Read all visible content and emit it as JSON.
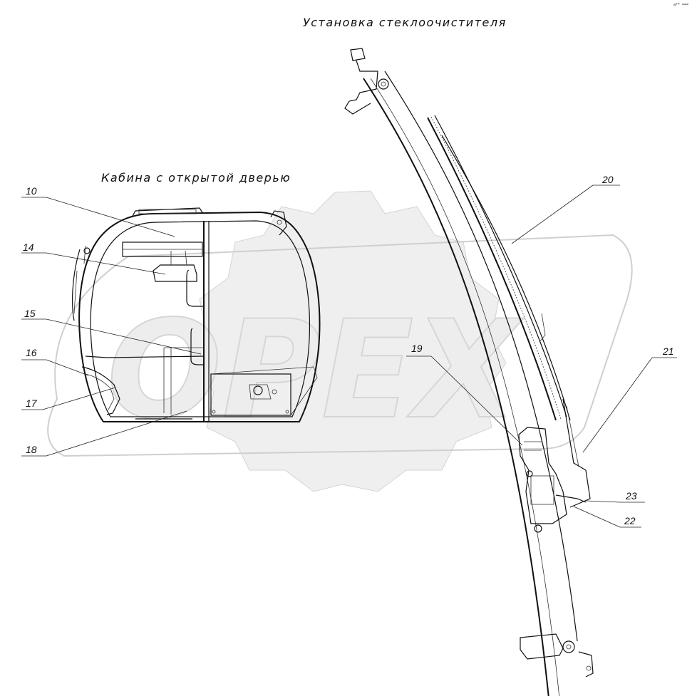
{
  "titles": {
    "wiper_assembly": "Установка стеклоочистителя",
    "cabin_open_door": "Кабина с открытой дверью"
  },
  "watermark": {
    "text": "OPEX",
    "color": "#e6e6e6"
  },
  "corner_mark": "a** ===",
  "callouts": [
    {
      "id": "c10",
      "label": "10"
    },
    {
      "id": "c14",
      "label": "14"
    },
    {
      "id": "c15",
      "label": "15"
    },
    {
      "id": "c16",
      "label": "16"
    },
    {
      "id": "c17",
      "label": "17"
    },
    {
      "id": "c18",
      "label": "18"
    },
    {
      "id": "c19",
      "label": "19"
    },
    {
      "id": "c20",
      "label": "20"
    },
    {
      "id": "c21",
      "label": "21"
    },
    {
      "id": "c22",
      "label": "22"
    },
    {
      "id": "c23",
      "label": "23"
    }
  ]
}
